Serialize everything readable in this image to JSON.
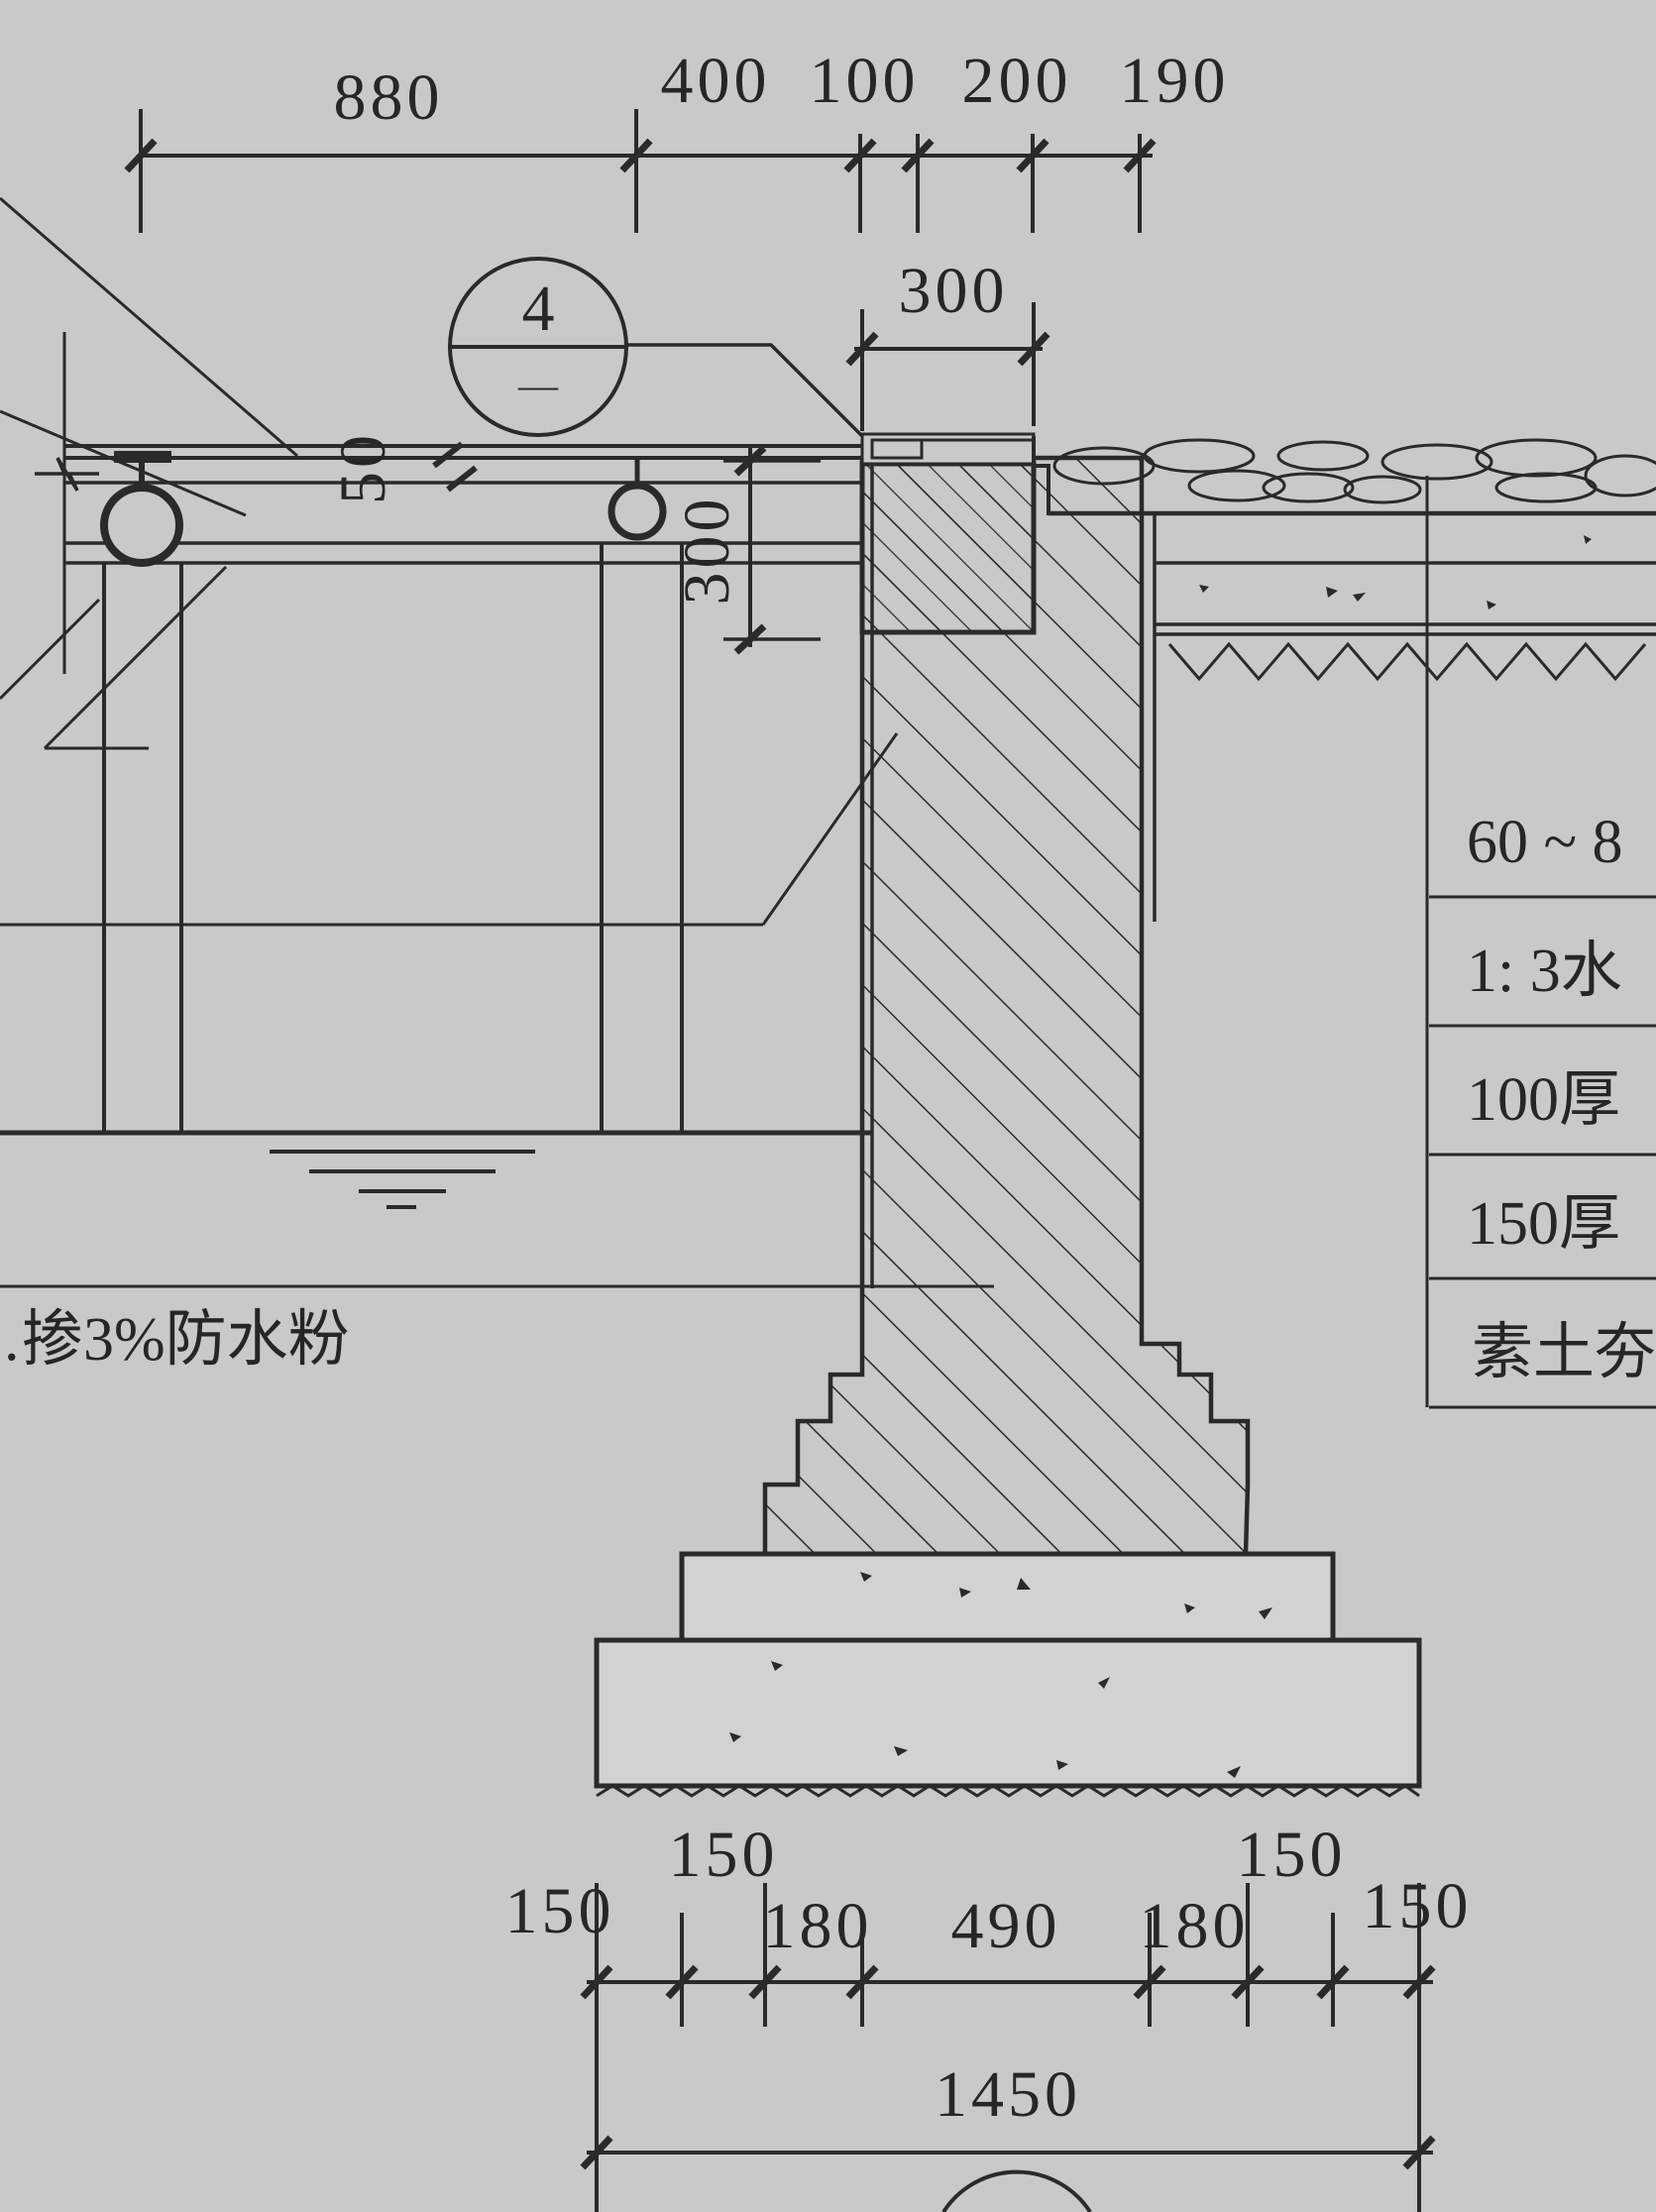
{
  "palette": {
    "paper": "#c9c9c9",
    "line": "#2a2a2a"
  },
  "dimensions": {
    "top": [
      "880",
      "400",
      "100",
      "200",
      "190"
    ],
    "coping_width": "300",
    "joint": "50",
    "depth": "300",
    "footing_upper": [
      "150",
      "150"
    ],
    "footing_lower": [
      "150",
      "180",
      "490",
      "180",
      "150"
    ],
    "total": "1450"
  },
  "detail_callout": {
    "number": "4",
    "sheet": "—"
  },
  "annotations": {
    "waterproof_note": "…掺3%防水粉"
  },
  "layers_table": {
    "rows": [
      "60 ~ 8",
      "1: 3水",
      "100厚",
      "150厚",
      "素土夯"
    ]
  }
}
